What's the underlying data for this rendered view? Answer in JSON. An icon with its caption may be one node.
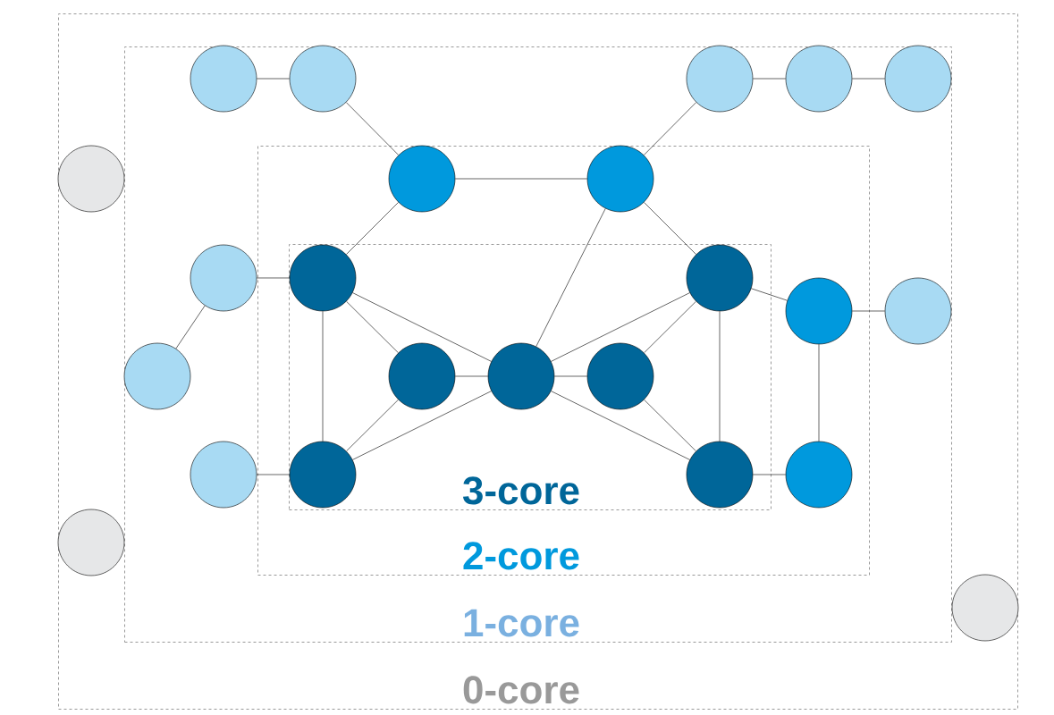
{
  "diagram": {
    "nodes": [
      {
        "text": [
          "0-core"
        ]
      },
      {
        "text": [
          "1-core"
        ],
        "in": 0
      },
      {
        "text": [
          "2-core"
        ],
        "in": 1
      },
      {
        "text": [
          "3-core"
        ],
        "in": 2
      },
      {
        "text": [],
        "shape": "circle",
        "in": 1
      },
      {
        "text": [],
        "shape": "circle",
        "in": 1
      },
      {
        "text": [],
        "shape": "circle",
        "in": 1
      },
      {
        "text": [],
        "shape": "circle",
        "in": 1
      },
      {
        "text": [],
        "shape": "circle",
        "in": 1
      },
      {
        "text": [],
        "shape": "circle",
        "in": 0
      },
      {
        "text": [],
        "shape": "circle",
        "in": 2
      },
      {
        "text": [],
        "shape": "circle",
        "in": 2
      },
      {
        "text": [],
        "shape": "circle",
        "in": 1
      },
      {
        "text": [],
        "shape": "circle",
        "in": 3
      },
      {
        "text": [],
        "shape": "circle",
        "in": 3
      },
      {
        "text": [],
        "shape": "circle",
        "in": 2
      },
      {
        "text": [],
        "shape": "circle",
        "in": 1
      },
      {
        "text": [],
        "shape": "circle",
        "in": 1
      },
      {
        "text": [],
        "shape": "circle",
        "in": 3
      },
      {
        "text": [],
        "shape": "circle",
        "in": 3
      },
      {
        "text": [],
        "shape": "circle",
        "in": 3
      },
      {
        "text": [],
        "shape": "circle",
        "in": 1
      },
      {
        "text": [],
        "shape": "circle",
        "in": 3
      },
      {
        "text": [],
        "shape": "circle",
        "in": 3
      },
      {
        "text": [],
        "shape": "circle",
        "in": 2
      },
      {
        "text": [],
        "shape": "circle",
        "in": 0
      },
      {
        "text": [],
        "shape": "circle",
        "in": 0
      }
    ],
    "edges": [
      {
        "from": 4,
        "to": 5,
        "arrow": "none"
      },
      {
        "from": 5,
        "to": 10,
        "arrow": "none"
      },
      {
        "from": 6,
        "to": 7,
        "arrow": "none"
      },
      {
        "from": 7,
        "to": 8,
        "arrow": "none"
      },
      {
        "from": 6,
        "to": 11,
        "arrow": "none"
      },
      {
        "from": 10,
        "to": 11,
        "arrow": "none"
      },
      {
        "from": 10,
        "to": 13,
        "arrow": "none"
      },
      {
        "from": 11,
        "to": 19,
        "arrow": "none"
      },
      {
        "from": 11,
        "to": 14,
        "arrow": "none"
      },
      {
        "from": 12,
        "to": 13,
        "arrow": "none"
      },
      {
        "from": 12,
        "to": 17,
        "arrow": "none"
      },
      {
        "from": 21,
        "to": 22,
        "arrow": "none"
      },
      {
        "from": 13,
        "to": 22,
        "arrow": "none"
      },
      {
        "from": 13,
        "to": 18,
        "arrow": "none"
      },
      {
        "from": 13,
        "to": 19,
        "arrow": "none"
      },
      {
        "from": 22,
        "to": 18,
        "arrow": "none"
      },
      {
        "from": 22,
        "to": 19,
        "arrow": "none"
      },
      {
        "from": 18,
        "to": 19,
        "arrow": "none"
      },
      {
        "from": 19,
        "to": 20,
        "arrow": "none"
      },
      {
        "from": 19,
        "to": 14,
        "arrow": "none"
      },
      {
        "from": 19,
        "to": 23,
        "arrow": "none"
      },
      {
        "from": 20,
        "to": 14,
        "arrow": "none"
      },
      {
        "from": 20,
        "to": 23,
        "arrow": "none"
      },
      {
        "from": 14,
        "to": 23,
        "arrow": "none"
      },
      {
        "from": 14,
        "to": 15,
        "arrow": "none"
      },
      {
        "from": 15,
        "to": 16,
        "arrow": "none"
      },
      {
        "from": 15,
        "to": 24,
        "arrow": "none"
      },
      {
        "from": 23,
        "to": 24,
        "arrow": "none"
      }
    ]
  }
}
